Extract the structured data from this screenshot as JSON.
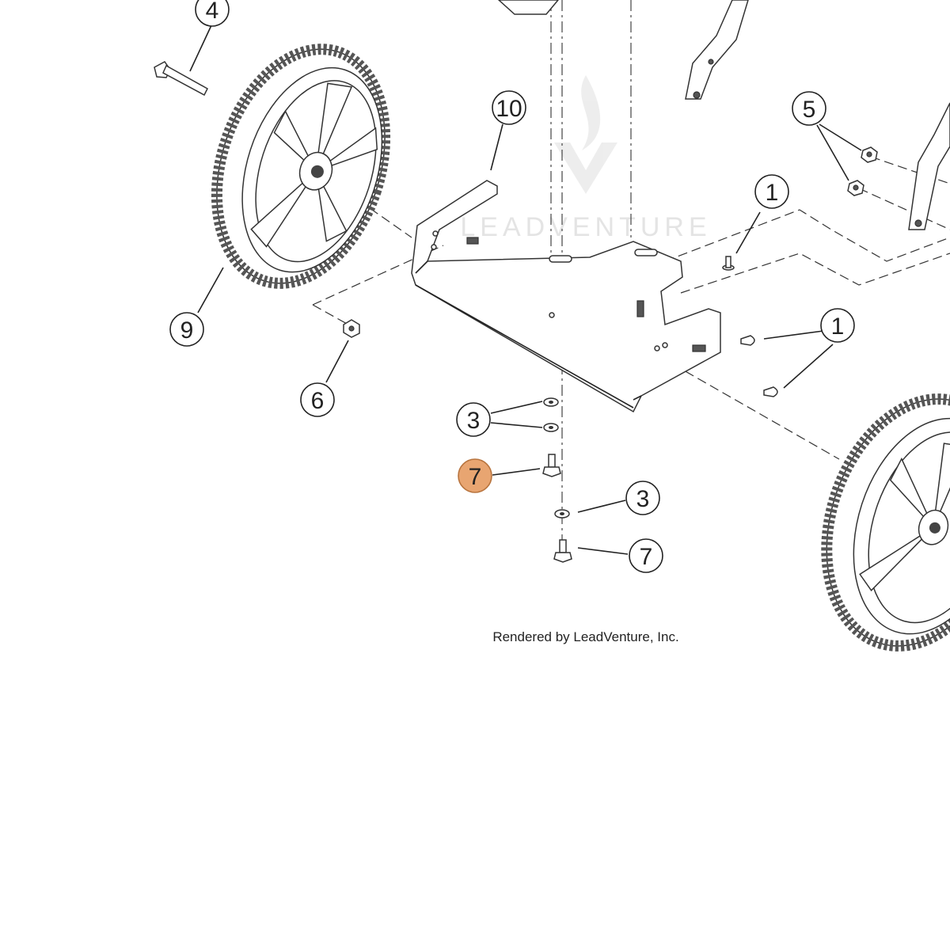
{
  "diagram": {
    "credit_text": "Rendered by LeadVenture, Inc.",
    "watermark_text": "LEADVENTURE",
    "highlight_color": "#e8a571",
    "highlight_stroke": "#b8743e",
    "callouts": [
      {
        "label": "4",
        "highlighted": false
      },
      {
        "label": "10",
        "highlighted": false
      },
      {
        "label": "5",
        "highlighted": false
      },
      {
        "label": "1",
        "highlighted": false
      },
      {
        "label": "9",
        "highlighted": false
      },
      {
        "label": "1",
        "highlighted": false
      },
      {
        "label": "6",
        "highlighted": false
      },
      {
        "label": "3",
        "highlighted": false
      },
      {
        "label": "7",
        "highlighted": true
      },
      {
        "label": "3",
        "highlighted": false
      },
      {
        "label": "7",
        "highlighted": false
      }
    ]
  }
}
